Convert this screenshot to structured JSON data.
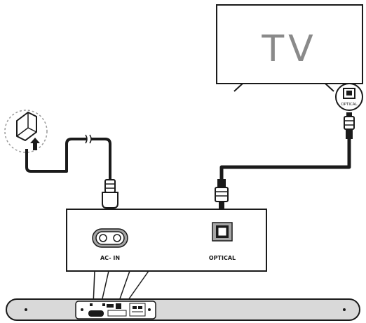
{
  "tv": {
    "label": "TV",
    "port_label": "OPTICAL"
  },
  "panel": {
    "ac_in_label": "AC- IN",
    "optical_label": "OPTICAL"
  },
  "colors": {
    "line": "#1a1a1a",
    "tv_text": "#8a8a8a",
    "soundbar_fill": "#d9d9d9",
    "dashed_circle": "#9a9a9a"
  }
}
